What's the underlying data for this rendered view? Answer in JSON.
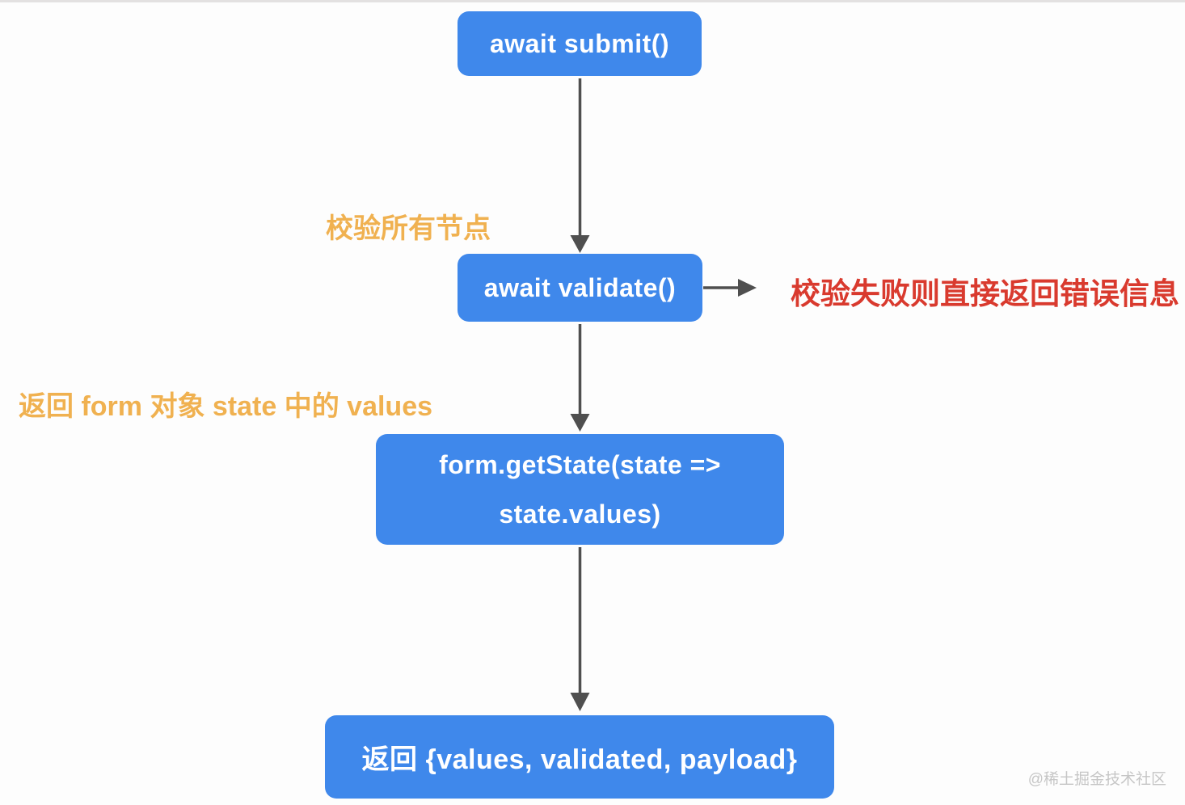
{
  "colors": {
    "background": "#fdfdfd",
    "node_bg": "#3f88eb",
    "node_text": "#ffffff",
    "arrow": "#4f4f4f",
    "annotation_orange": "#f0b150",
    "annotation_red": "#d93a2e",
    "watermark": "#c6c6c6"
  },
  "diagram": {
    "nodes": {
      "submit": {
        "label": "await submit()"
      },
      "validate": {
        "label": "await validate()"
      },
      "getstate": {
        "lines": [
          "form.getState(state =>",
          "state.values)"
        ]
      },
      "result": {
        "label": "返回 {values, validated, payload}"
      }
    },
    "annotations": {
      "validate_all": "校验所有节点",
      "return_values": "返回 form 对象 state 中的 values",
      "validation_fail": "校验失败则直接返回错误信息"
    },
    "watermark": "@稀土掘金技术社区"
  }
}
